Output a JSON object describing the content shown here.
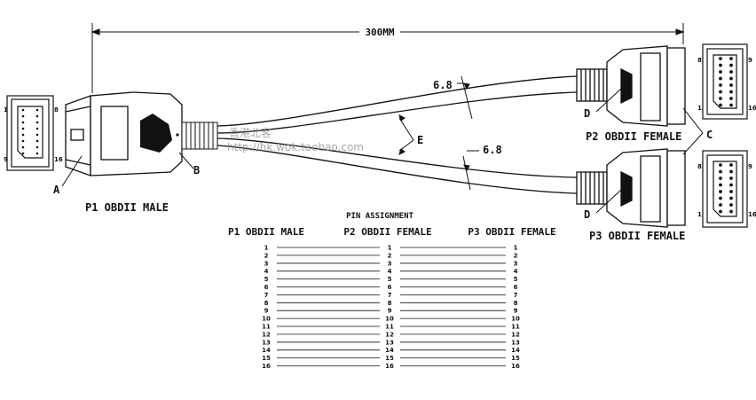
{
  "dimension": {
    "length": "300MM"
  },
  "labels": {
    "a": "A",
    "b": "B",
    "c": "C",
    "d_top": "D",
    "d_bottom": "D",
    "e": "E",
    "dia_top": "6.8",
    "dia_bottom": "6.8"
  },
  "connectors": {
    "p1": "P1 OBDII MALE",
    "p2": "P2 OBDII FEMALE",
    "p3": "P3 OBDII FEMALE"
  },
  "face_pins": {
    "p1": {
      "top_left": "1",
      "top_right": "8",
      "bottom_left": "9",
      "bottom_right": "16"
    },
    "p2": {
      "top_left": "8",
      "top_right": "9",
      "bottom_left": "1",
      "bottom_right": "16"
    },
    "p3": {
      "top_left": "8",
      "top_right": "9",
      "bottom_left": "1",
      "bottom_right": "16"
    }
  },
  "pin_table": {
    "title": "PIN ASSIGNMENT",
    "headers": [
      "P1 OBDII MALE",
      "P2 OBDII FEMALE",
      "P3 OBDII FEMALE"
    ],
    "rows": [
      [
        "1",
        "1",
        "1"
      ],
      [
        "2",
        "2",
        "2"
      ],
      [
        "3",
        "3",
        "3"
      ],
      [
        "4",
        "4",
        "4"
      ],
      [
        "5",
        "5",
        "5"
      ],
      [
        "6",
        "6",
        "6"
      ],
      [
        "7",
        "7",
        "7"
      ],
      [
        "8",
        "8",
        "8"
      ],
      [
        "9",
        "9",
        "9"
      ],
      [
        "10",
        "10",
        "10"
      ],
      [
        "11",
        "11",
        "11"
      ],
      [
        "12",
        "12",
        "12"
      ],
      [
        "13",
        "13",
        "13"
      ],
      [
        "14",
        "14",
        "14"
      ],
      [
        "15",
        "15",
        "15"
      ],
      [
        "16",
        "16",
        "16"
      ]
    ]
  },
  "watermark": {
    "line1": "香港北客",
    "line2": "http://hk.wok.taobao.com"
  }
}
